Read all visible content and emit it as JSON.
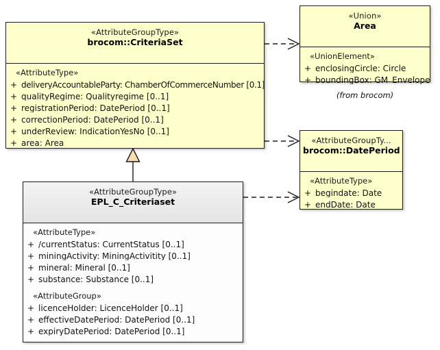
{
  "diagram": {
    "kind": "uml-class-diagram",
    "background": "#ffffff",
    "colors": {
      "class_fill_yellow": "#ffffcc",
      "class_fill_white": "#fdfdfd",
      "class_header_gray": "#ebebeb",
      "border": "#1a1a1a",
      "generalization_fill": "#fbddb0"
    },
    "notes": [
      {
        "id": "from-brocom",
        "text": "(from brocom)"
      }
    ]
  },
  "classes": {
    "criteriaset": {
      "stereotype": "«AttributeGroupType»",
      "name": "brocom::CriteriaSet",
      "compartments": [
        {
          "group_stereotype": "«AttributeType»",
          "features": [
            {
              "visibility": "+",
              "signature": "deliveryAccountableParty: ChamberOfCommerceNumber [0.1]"
            },
            {
              "visibility": "+",
              "signature": "qualityRegime: Qualityregime [0..1]"
            },
            {
              "visibility": "+",
              "signature": "registrationPeriod: DatePeriod [0..1]"
            },
            {
              "visibility": "+",
              "signature": "correctionPeriod: DatePeriod [0..1]"
            },
            {
              "visibility": "+",
              "signature": "underReview: IndicationYesNo [0..1]"
            },
            {
              "visibility": "+",
              "signature": "area: Area"
            }
          ]
        }
      ]
    },
    "area": {
      "stereotype": "«Union»",
      "name": "Area",
      "compartments": [
        {
          "group_stereotype": "«UnionElement»",
          "features": [
            {
              "visibility": "+",
              "signature": "enclosingCircle: Circle"
            },
            {
              "visibility": "+",
              "signature": "boundingBox: GM_Envelope"
            }
          ]
        }
      ]
    },
    "dateperiod": {
      "stereotype": "«AttributeGroupTy...",
      "name": "brocom::DatePeriod",
      "compartments": [
        {
          "group_stereotype": "«AttributeType»",
          "features": [
            {
              "visibility": "+",
              "signature": "begindate: Date"
            },
            {
              "visibility": "+",
              "signature": "endDate: Date"
            }
          ]
        }
      ]
    },
    "epl": {
      "stereotype": "«AttributeGroupType»",
      "name": "EPL_C_Criteriaset",
      "compartments": [
        {
          "group_stereotype": "«AttributeType»",
          "features": [
            {
              "visibility": "+",
              "signature": "/currentStatus: CurrentStatus [0..1]"
            },
            {
              "visibility": "+",
              "signature": "miningActivity: MiningActivitity [0..1]"
            },
            {
              "visibility": "+",
              "signature": "mineral: Mineral [0..1]"
            },
            {
              "visibility": "+",
              "signature": "substance: Substance [0..1]"
            }
          ]
        },
        {
          "group_stereotype": "«AttributeGroup»",
          "features": [
            {
              "visibility": "+",
              "signature": "licenceHolder: LicenceHolder [0..1]"
            },
            {
              "visibility": "+",
              "signature": "effectiveDatePeriod: DatePeriod [0..1]"
            },
            {
              "visibility": "+",
              "signature": "expiryDatePeriod: DatePeriod [0..1]"
            }
          ]
        }
      ]
    }
  },
  "relationships": [
    {
      "id": "gen-epl-criteriaset",
      "type": "generalization",
      "from": "EPL_C_Criteriaset",
      "to": "brocom::CriteriaSet",
      "style": "solid",
      "arrow": "hollow-triangle"
    },
    {
      "id": "dep-criteriaset-area",
      "type": "dependency",
      "from": "brocom::CriteriaSet",
      "to": "Area",
      "style": "dashed",
      "arrow": "open"
    },
    {
      "id": "dep-criteriaset-dateperiod",
      "type": "dependency",
      "from": "brocom::CriteriaSet",
      "to": "brocom::DatePeriod",
      "style": "dashed",
      "arrow": "open"
    },
    {
      "id": "dep-epl-dateperiod",
      "type": "dependency",
      "from": "EPL_C_Criteriaset",
      "to": "brocom::DatePeriod",
      "style": "dashed",
      "arrow": "open"
    }
  ]
}
